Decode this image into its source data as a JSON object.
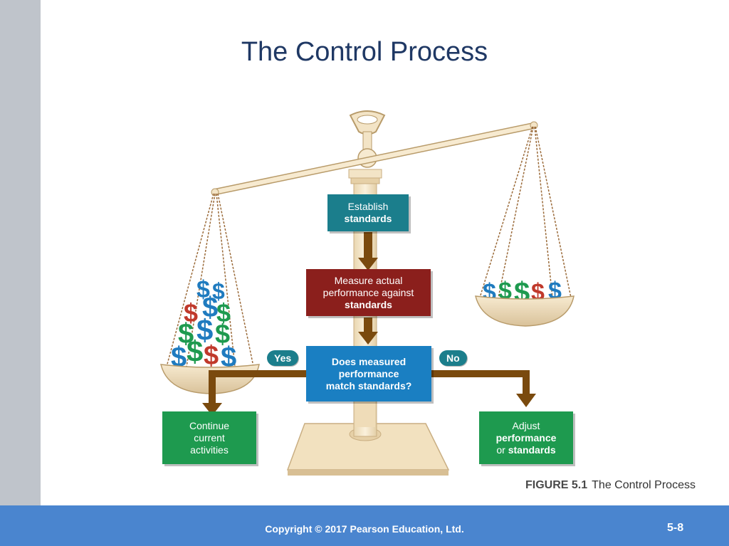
{
  "slide": {
    "title": "The Control Process",
    "copyright": "Copyright © 2017 Pearson Education, Ltd.",
    "page_number": "5-8"
  },
  "diagram": {
    "establish": {
      "line1": "Establish",
      "line2": "standards"
    },
    "measure": {
      "line1": "Measure actual",
      "line2": "performance against",
      "line3": "standards"
    },
    "question": {
      "line1": "Does measured",
      "line2": "performance",
      "line3": "match standards?"
    },
    "yes_label": "Yes",
    "no_label": "No",
    "continue": {
      "line1": "Continue",
      "line2": "current",
      "line3": "activities"
    },
    "adjust": {
      "line1": "Adjust",
      "line2": "performance",
      "line3": "or",
      "line4": "standards"
    },
    "caption_label": "FIGURE 5.1",
    "caption_text": "The Control Process",
    "colors": {
      "teal": "#1b7e8c",
      "maroon": "#8b1f1c",
      "blue": "#1a7fc2",
      "green": "#1e9a4f",
      "arrow": "#7a4a0e",
      "scale_cream": "#f3e4c6"
    }
  }
}
